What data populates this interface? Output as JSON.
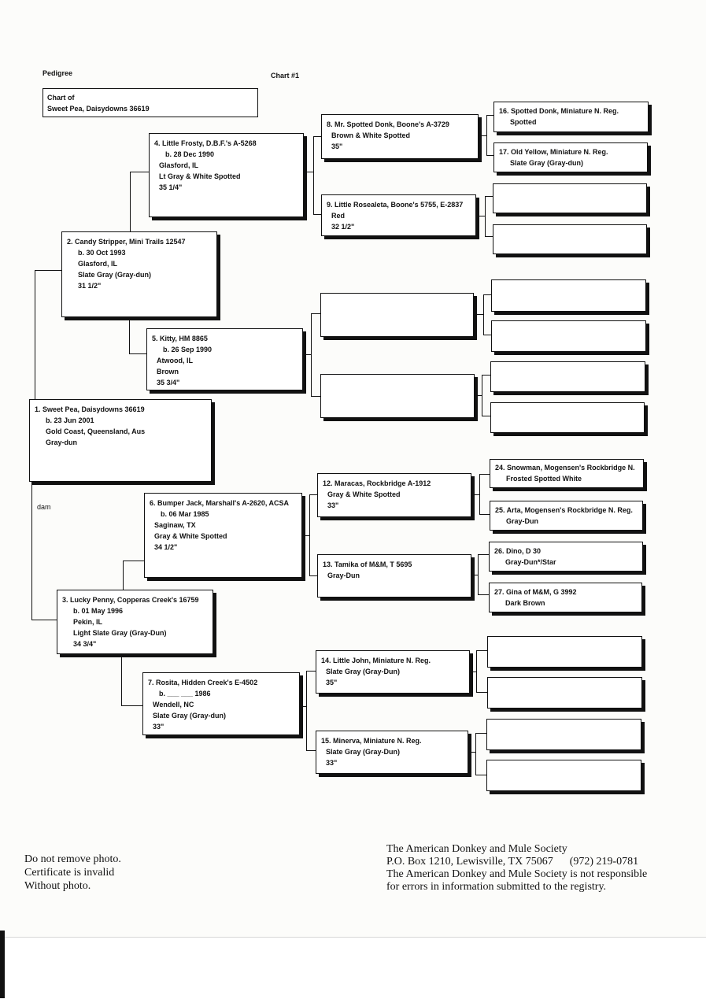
{
  "header": {
    "pedigree": "Pedigree",
    "chart_number": "Chart #1",
    "chart_of": "Chart of",
    "subject": "Sweet Pea, Daisydowns 36619"
  },
  "dam_label": "dam",
  "animals": {
    "a1": [
      "1. Sweet Pea, Daisydowns 36619",
      "b. 23 Jun 2001",
      "Gold Coast, Queensland, Aus",
      "Gray-dun"
    ],
    "a2": [
      "2. Candy Stripper, Mini Trails 12547",
      "b. 30 Oct 1993",
      "Glasford, IL",
      "Slate Gray (Gray-dun)",
      "31 1/2\""
    ],
    "a3": [
      "3. Lucky Penny, Copperas Creek's 16759",
      "b. 01 May 1996",
      "Pekin, IL",
      "Light Slate Gray (Gray-Dun)",
      "34 3/4\""
    ],
    "a4": [
      "4. Little Frosty, D.B.F.'s A-5268",
      "b. 28 Dec 1990",
      "Glasford, IL",
      "Lt Gray & White Spotted",
      "35 1/4\""
    ],
    "a5": [
      "5. Kitty, HM 8865",
      "b. 26 Sep 1990",
      "Atwood, IL",
      "Brown",
      "35 3/4\""
    ],
    "a6": [
      "6. Bumper Jack, Marshall's A-2620, ACSA",
      "b. 06 Mar 1985",
      "Saginaw, TX",
      "Gray & White Spotted",
      "34 1/2\""
    ],
    "a7": [
      "7. Rosita, Hidden Creek's E-4502",
      "b. ___ ___ 1986",
      "Wendell, NC",
      "Slate Gray (Gray-dun)",
      "33\""
    ],
    "a8": [
      "8. Mr. Spotted Donk, Boone's A-3729",
      "Brown & White Spotted",
      "35\""
    ],
    "a9": [
      "9. Little Rosealeta, Boone's 5755, E-2837",
      "Red",
      "32 1/2\""
    ],
    "a12": [
      "12. Maracas, Rockbridge A-1912",
      "Gray & White Spotted",
      "33\""
    ],
    "a13": [
      "13. Tamika of M&M, T 5695",
      "Gray-Dun"
    ],
    "a14": [
      "14. Little John, Miniature N. Reg.",
      "Slate Gray (Gray-Dun)",
      "35\""
    ],
    "a15": [
      "15. Minerva, Miniature N. Reg.",
      "Slate Gray (Gray-Dun)",
      "33\""
    ],
    "a16": [
      "16. Spotted Donk, Miniature N. Reg.",
      "Spotted"
    ],
    "a17": [
      "17. Old Yellow, Miniature N. Reg.",
      "Slate Gray (Gray-dun)"
    ],
    "a24": [
      "24. Snowman, Mogensen's Rockbridge N.",
      "Frosted Spotted White"
    ],
    "a25": [
      "25. Arta, Mogensen's Rockbridge N. Reg.",
      "Gray-Dun"
    ],
    "a26": [
      "26. Dino, D 30",
      "Gray-Dun*/Star"
    ],
    "a27": [
      "27. Gina of M&M, G 3992",
      "Dark Brown"
    ]
  },
  "footer": {
    "left": [
      "Do not remove photo.",
      "Certificate is invalid",
      "Without photo."
    ],
    "right": [
      "The American Donkey and Mule Society",
      "P.O. Box 1210, Lewisville, TX 75067      (972) 219-0781",
      "The American Donkey and Mule Society is not responsible",
      "for errors in information submitted to the registry."
    ]
  }
}
